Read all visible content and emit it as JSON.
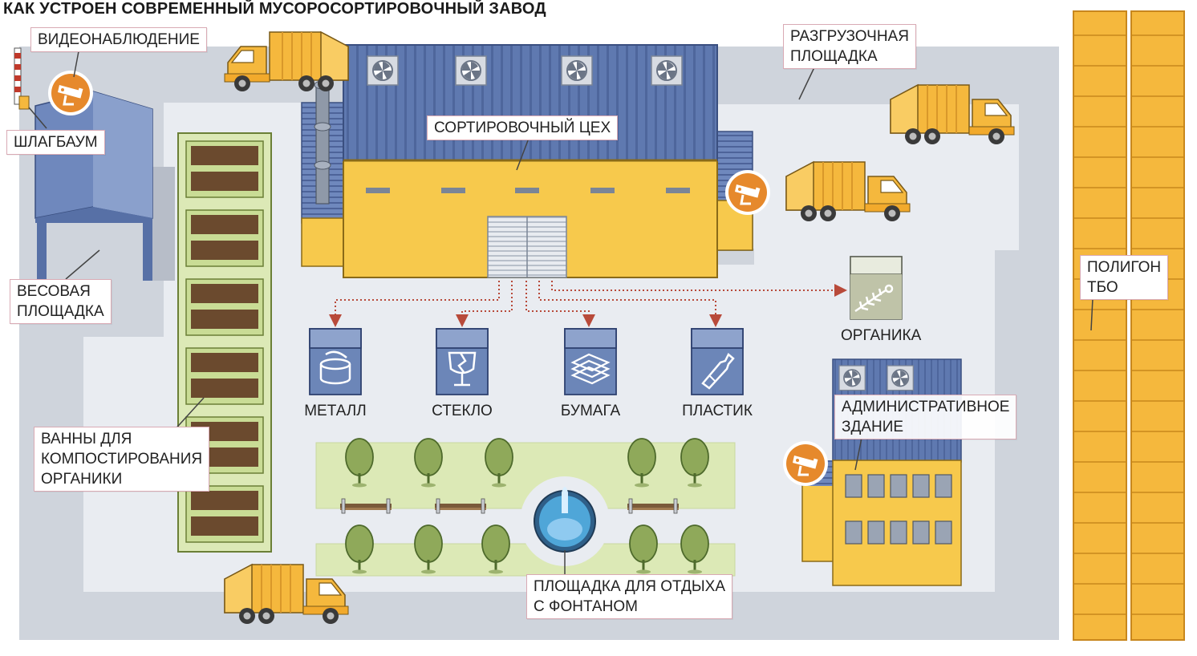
{
  "title": "КАК УСТРОЕН СОВРЕМЕННЫЙ МУСОРОСОРТИРОВОЧНЫЙ ЗАВОД",
  "labels": {
    "video": "ВИДЕОНАБЛЮДЕНИЕ",
    "barrier": "ШЛАГБАУМ",
    "weigh_1": "ВЕСОВАЯ",
    "weigh_2": "ПЛОЩАДКА",
    "unload_1": "РАЗГРУЗОЧНАЯ",
    "unload_2": "ПЛОЩАДКА",
    "sorting": "СОРТИРОВОЧНЫЙ ЦЕХ",
    "organics": "ОРГАНИКА",
    "admin_1": "АДМИНИСТРАТИВНОЕ",
    "admin_2": "ЗДАНИЕ",
    "landfill_1": "ПОЛИГОН",
    "landfill_2": "ТБО",
    "compost_1": "ВАННЫ ДЛЯ",
    "compost_2": "КОМПОСТИРОВАНИЯ",
    "compost_3": "ОРГАНИКИ",
    "rest_1": "ПЛОЩАДКА ДЛЯ ОТДЫХА",
    "rest_2": "С ФОНТАНОМ"
  },
  "bins": [
    {
      "label": "МЕТАЛЛ",
      "icon": "can-icon"
    },
    {
      "label": "СТЕКЛО",
      "icon": "broken-glass-icon"
    },
    {
      "label": "БУМАГА",
      "icon": "paper-stack-icon"
    },
    {
      "label": "ПЛАСТИК",
      "icon": "plastic-bottle-icon"
    }
  ],
  "colors": {
    "site_ground": "#cfd4dc",
    "inner_ground": "#e9ecf1",
    "building_yellow": "#f7c94c",
    "roof_blue": "#5f79b0",
    "bin_blue": "#6c86b8",
    "compost_green": "#dce9b6",
    "compost_soil": "#6b4a2e",
    "landfill_orange": "#f5b83d",
    "camera_orange": "#e6892c",
    "callout_border": "#d9aab4",
    "flow_arrow": "#b84a3a",
    "fountain_water": "#4fa6d8",
    "tree_green": "#8fa95a"
  }
}
